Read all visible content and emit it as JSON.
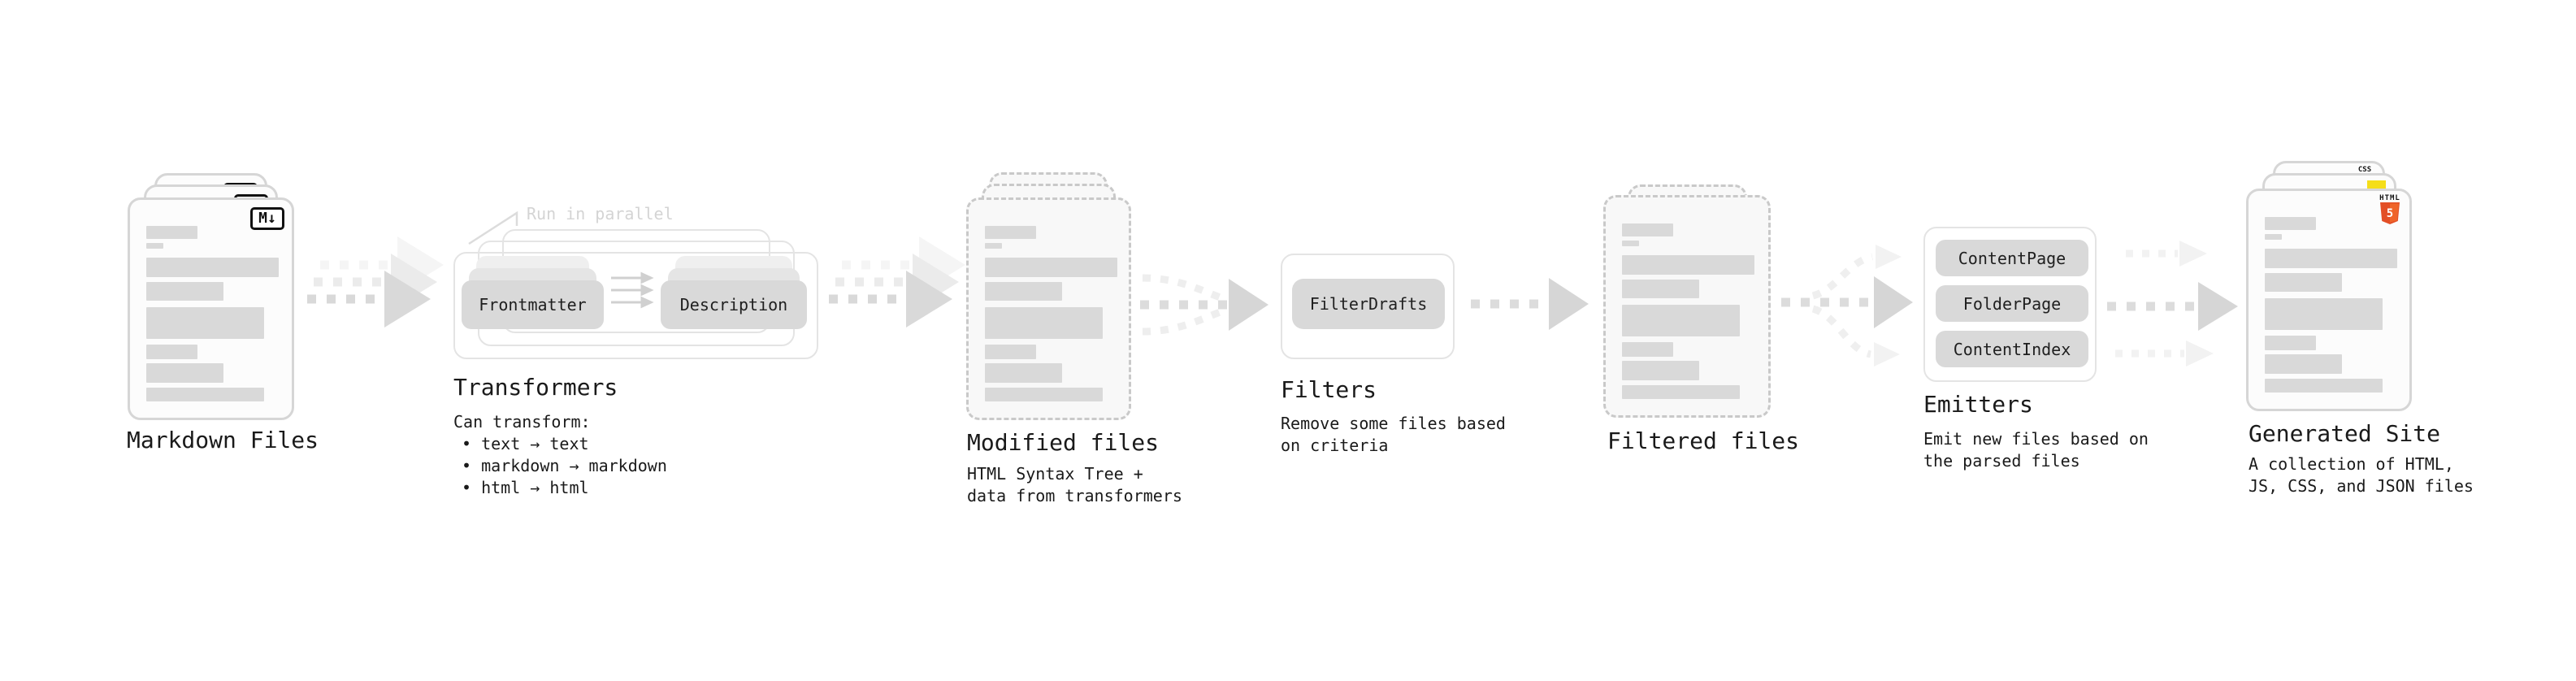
{
  "colors": {
    "background": "#ffffff",
    "card_border": "#d6d6d6",
    "dashed_border": "#c9c9c9",
    "bar_fill": "#d9d9d9",
    "pill_fill": "#d9d9d9",
    "arrow_main": "#d9d9d9",
    "arrow_light": "#f2f2f2",
    "text": "#1a1a1a",
    "annotation_muted": "#d4d4d4",
    "accent_html5": "#e34f26",
    "accent_js": "#f5de19",
    "accent_css": "#2d53e5"
  },
  "markdown": {
    "label": "Markdown Files",
    "badge": "M↓"
  },
  "transformers": {
    "title": "Transformers",
    "annotation": "Run in parallel",
    "pill_left": "Frontmatter",
    "pill_right": "Description",
    "desc": "Can transform:",
    "bullets": [
      "• text → text",
      "• markdown → markdown",
      "• html → html"
    ]
  },
  "modified": {
    "label": "Modified files",
    "desc_line1": "HTML Syntax Tree +",
    "desc_line2": "data from transformers"
  },
  "filters": {
    "title": "Filters",
    "pill": "FilterDrafts",
    "desc_line1": "Remove some files based",
    "desc_line2": "on criteria"
  },
  "filtered": {
    "label": "Filtered files"
  },
  "emitters": {
    "title": "Emitters",
    "pills": [
      "ContentPage",
      "FolderPage",
      "ContentIndex"
    ],
    "desc_line1": "Emit new files based on",
    "desc_line2": "the parsed files"
  },
  "generated": {
    "label": "Generated Site",
    "badge_css": "CSS",
    "badge_html_label": "HTML",
    "badge_html_number": "5",
    "desc_line1": "A collection of HTML,",
    "desc_line2": "JS, CSS, and JSON files"
  }
}
